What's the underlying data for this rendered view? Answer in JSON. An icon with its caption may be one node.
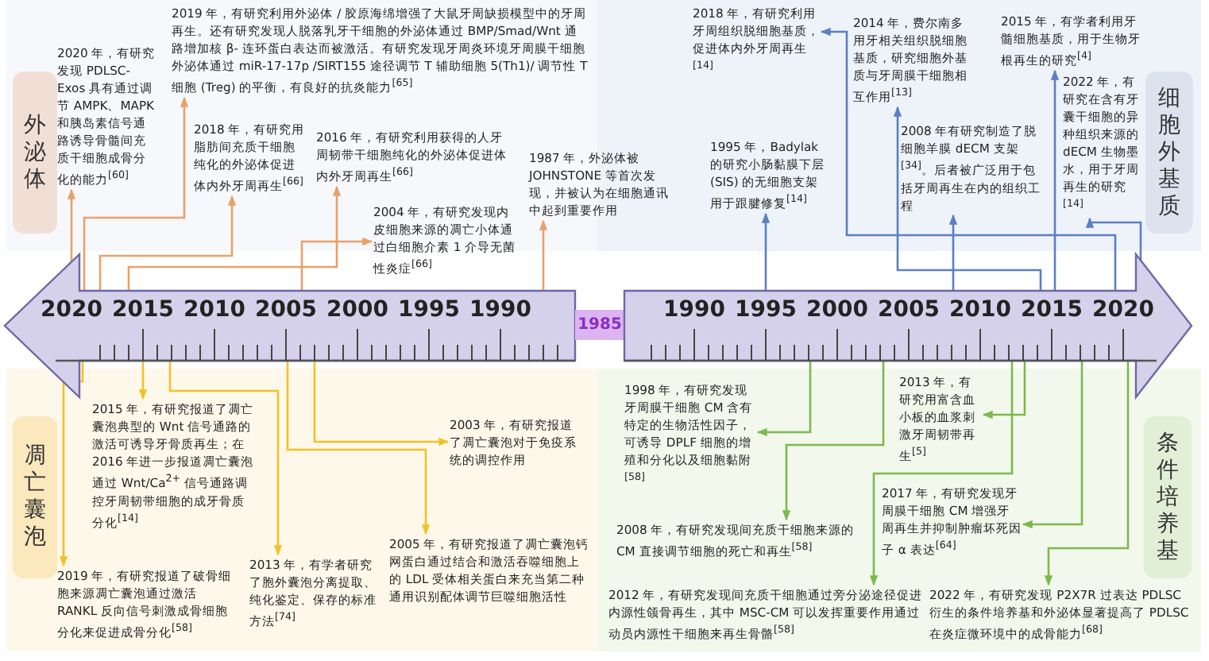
{
  "diagram": {
    "nodes": [
      {
        "text": [
          "外泌体"
        ]
      },
      {
        "text": [
          "2020 年，有研究发现 PDLSC-Exos 具有通过调节 AMPK、MAPK 和胰岛素信号通路诱导骨髓间充质干细胞成骨分化的能力$^{[60]}$"
        ]
      },
      {
        "text": [
          "2019 年，有研究利用外泌体 / 胶原海绵增强了大鼠牙周缺损模型中的牙周再生。还有研究发现人脱落乳牙干细胞的外泌体通过 BMP/Smad/Wnt 通路增加核 β- 连环蛋白表达而被激活。有研究发现牙周炎环境牙周膜干细胞外泌体通过 miR-17-17p /SIRT155 途径调节 T 辅助细胞 5(Th1)/ 调节性 T 细胞 (Treg) 的平衡，有良好的抗炎能力$^{[65]}$"
        ]
      },
      {
        "text": [
          "2018 年，有研究用脂肪间充质干细胞纯化的外泌体促进体内外牙周再生$^{[66]}$"
        ]
      },
      {
        "text": [
          "2016 年，有研究利用获得的人牙周韧带干细胞纯化的外泌体促进体内外牙周再生$^{[66]}$"
        ]
      },
      {
        "text": [
          "2004 年，有研究发现内皮细胞来源的凋亡小体通过白细胞介素 1 介导无菌性炎症$^{[66]}$"
        ]
      },
      {
        "text": [
          "1987 年，外泌体被 JOHNSTONE 等首次发现，并被认为在细胞通讯中起到重要作用"
        ]
      },
      {
        "text": [
          "2018 年，有研究利用牙周组织脱细胞基质，促进体内外牙周再生$^{[14]}$"
        ]
      },
      {
        "text": [
          "1995 年，Badylak 的研究小肠黏膜下层 (SIS) 的无细胞支架用于跟腱修复$^{[14]}$"
        ]
      },
      {
        "text": [
          "2014 年，费尔南多用牙相关组织脱细胞基质，研究细胞外基质与牙周膜干细胞相互作用$^{[13]}$"
        ]
      },
      {
        "text": [
          "2008 年有研究制造了脱细胞羊膜 dECM 支架$^{[34]}$。后者被广泛用于包括牙周再生在内的组织工程"
        ]
      },
      {
        "text": [
          "2015 年，有学者利用牙髓细胞基质，用于生物牙根再生的研究$^{[4]}$"
        ]
      },
      {
        "text": [
          "2022 年，有研究在含有牙囊干细胞的异种组织来源的 dECM 生物墨水，用于牙周再生的研究$^{[14]}$"
        ]
      },
      {
        "text": [
          "细胞外基质"
        ]
      },
      {
        "text": [
          "凋亡囊泡"
        ]
      },
      {
        "text": [
          "2015 年，有研究报道了凋亡囊泡典型的 Wnt 信号通路的激活可诱导牙骨质再生；在 2016 年进一步报道凋亡囊泡通过 Wnt/Ca$^{2+}$ 信号通路调控牙周韧带细胞的成牙骨质分化$^{[14]}$"
        ]
      },
      {
        "text": [
          "2019 年，有研究报道了破骨细胞来源凋亡囊泡通过激活 RANKL 反向信号刺激成骨细胞分化来促进成骨分化$^{[58]}$"
        ]
      },
      {
        "text": [
          "2013 年，有学者研究了胞外囊泡分离提取、纯化鉴定、保存的标准方法$^{[74]}$"
        ]
      },
      {
        "text": [
          "2003 年，有研究报道了凋亡囊泡对于免疫系统的调控作用"
        ]
      },
      {
        "text": [
          "2005 年，有研究报道了凋亡囊泡钙网蛋白通过结合和激活吞噬细胞上的 LDL 受体相关蛋白来充当第二种通用识别配体调节巨噬细胞活性"
        ]
      },
      {
        "text": [
          "1998 年，有研究发现牙周膜干细胞 CM 含有特定的生物活性因子，可诱导 DPLF 细胞的增殖和分化以及细胞黏附$^{[58]}$"
        ]
      },
      {
        "text": [
          "2008 年，有研究发现间充质干细胞来源的 CM 直接调节细胞的死亡和再生$^{[58]}$"
        ]
      },
      {
        "text": [
          "2012 年，有研究发现间充质干细胞通过旁分泌途径促进内源性颌骨再生，其中 MSC-CM 可以发挥重要作用通过动员内源性干细胞来再生骨骼$^{[58]}$"
        ]
      },
      {
        "text": [
          "2013 年，有研究用富含血小板的血浆刺激牙周韧带再生$^{[5]}$"
        ]
      },
      {
        "text": [
          "2017 年，有研究发现牙周膜干细胞 CM 增强牙周再生并抑制肿瘤坏死因子 α 表达$^{[64]}$"
        ]
      },
      {
        "text": [
          "2022 年，有研究发现 P2X7R 过表达 PDLSC 衍生的条件培养基和外泌体显著提高了 PDLSC 在炎症微环境中的成骨能力$^{[68]}$"
        ]
      },
      {
        "text": [
          "条件培养基"
        ]
      },
      {
        "text": [
          "2020",
          "2015",
          "2010",
          "2005",
          "2000",
          "1995",
          "1990"
        ]
      },
      {
        "text": [
          "1985"
        ]
      },
      {
        "text": [
          "1990",
          "1995",
          "2000",
          "2005",
          "2010",
          "2015",
          "2020"
        ]
      }
    ],
    "edges": [
      {
        "from": 27,
        "to": 1,
        "arrow": "to",
        "color": "#e9a06a"
      },
      {
        "from": 27,
        "to": 2,
        "arrow": "to",
        "color": "#e9a06a"
      },
      {
        "from": 27,
        "to": 3,
        "arrow": "to",
        "color": "#e9a06a"
      },
      {
        "from": 27,
        "to": 4,
        "arrow": "to",
        "color": "#e9a06a"
      },
      {
        "from": 27,
        "to": 5,
        "arrow": "to",
        "color": "#e9a06a"
      },
      {
        "from": 27,
        "to": 6,
        "arrow": "to",
        "color": "#e9a06a"
      },
      {
        "from": 29,
        "to": 7,
        "arrow": "to",
        "color": "#5a7fc2"
      },
      {
        "from": 29,
        "to": 8,
        "arrow": "to",
        "color": "#5a7fc2"
      },
      {
        "from": 29,
        "to": 9,
        "arrow": "to",
        "color": "#5a7fc2"
      },
      {
        "from": 29,
        "to": 10,
        "arrow": "to",
        "color": "#5a7fc2"
      },
      {
        "from": 29,
        "to": 11,
        "arrow": "to",
        "color": "#5a7fc2"
      },
      {
        "from": 29,
        "to": 12,
        "arrow": "to",
        "color": "#5a7fc2"
      },
      {
        "from": 27,
        "to": 15,
        "arrow": "to",
        "color": "#f0c22a"
      },
      {
        "from": 27,
        "to": 16,
        "arrow": "to",
        "color": "#f0c22a"
      },
      {
        "from": 27,
        "to": 17,
        "arrow": "to",
        "color": "#f0c22a"
      },
      {
        "from": 27,
        "to": 18,
        "arrow": "to",
        "color": "#f0c22a"
      },
      {
        "from": 27,
        "to": 19,
        "arrow": "to",
        "color": "#f0c22a"
      },
      {
        "from": 29,
        "to": 20,
        "arrow": "to",
        "color": "#7db84e"
      },
      {
        "from": 29,
        "to": 21,
        "arrow": "to",
        "color": "#7db84e"
      },
      {
        "from": 29,
        "to": 22,
        "arrow": "to",
        "color": "#7db84e"
      },
      {
        "from": 29,
        "to": 23,
        "arrow": "to",
        "color": "#7db84e"
      },
      {
        "from": 29,
        "to": 24,
        "arrow": "to",
        "color": "#7db84e"
      },
      {
        "from": 29,
        "to": 25,
        "arrow": "to",
        "color": "#7db84e"
      }
    ]
  }
}
